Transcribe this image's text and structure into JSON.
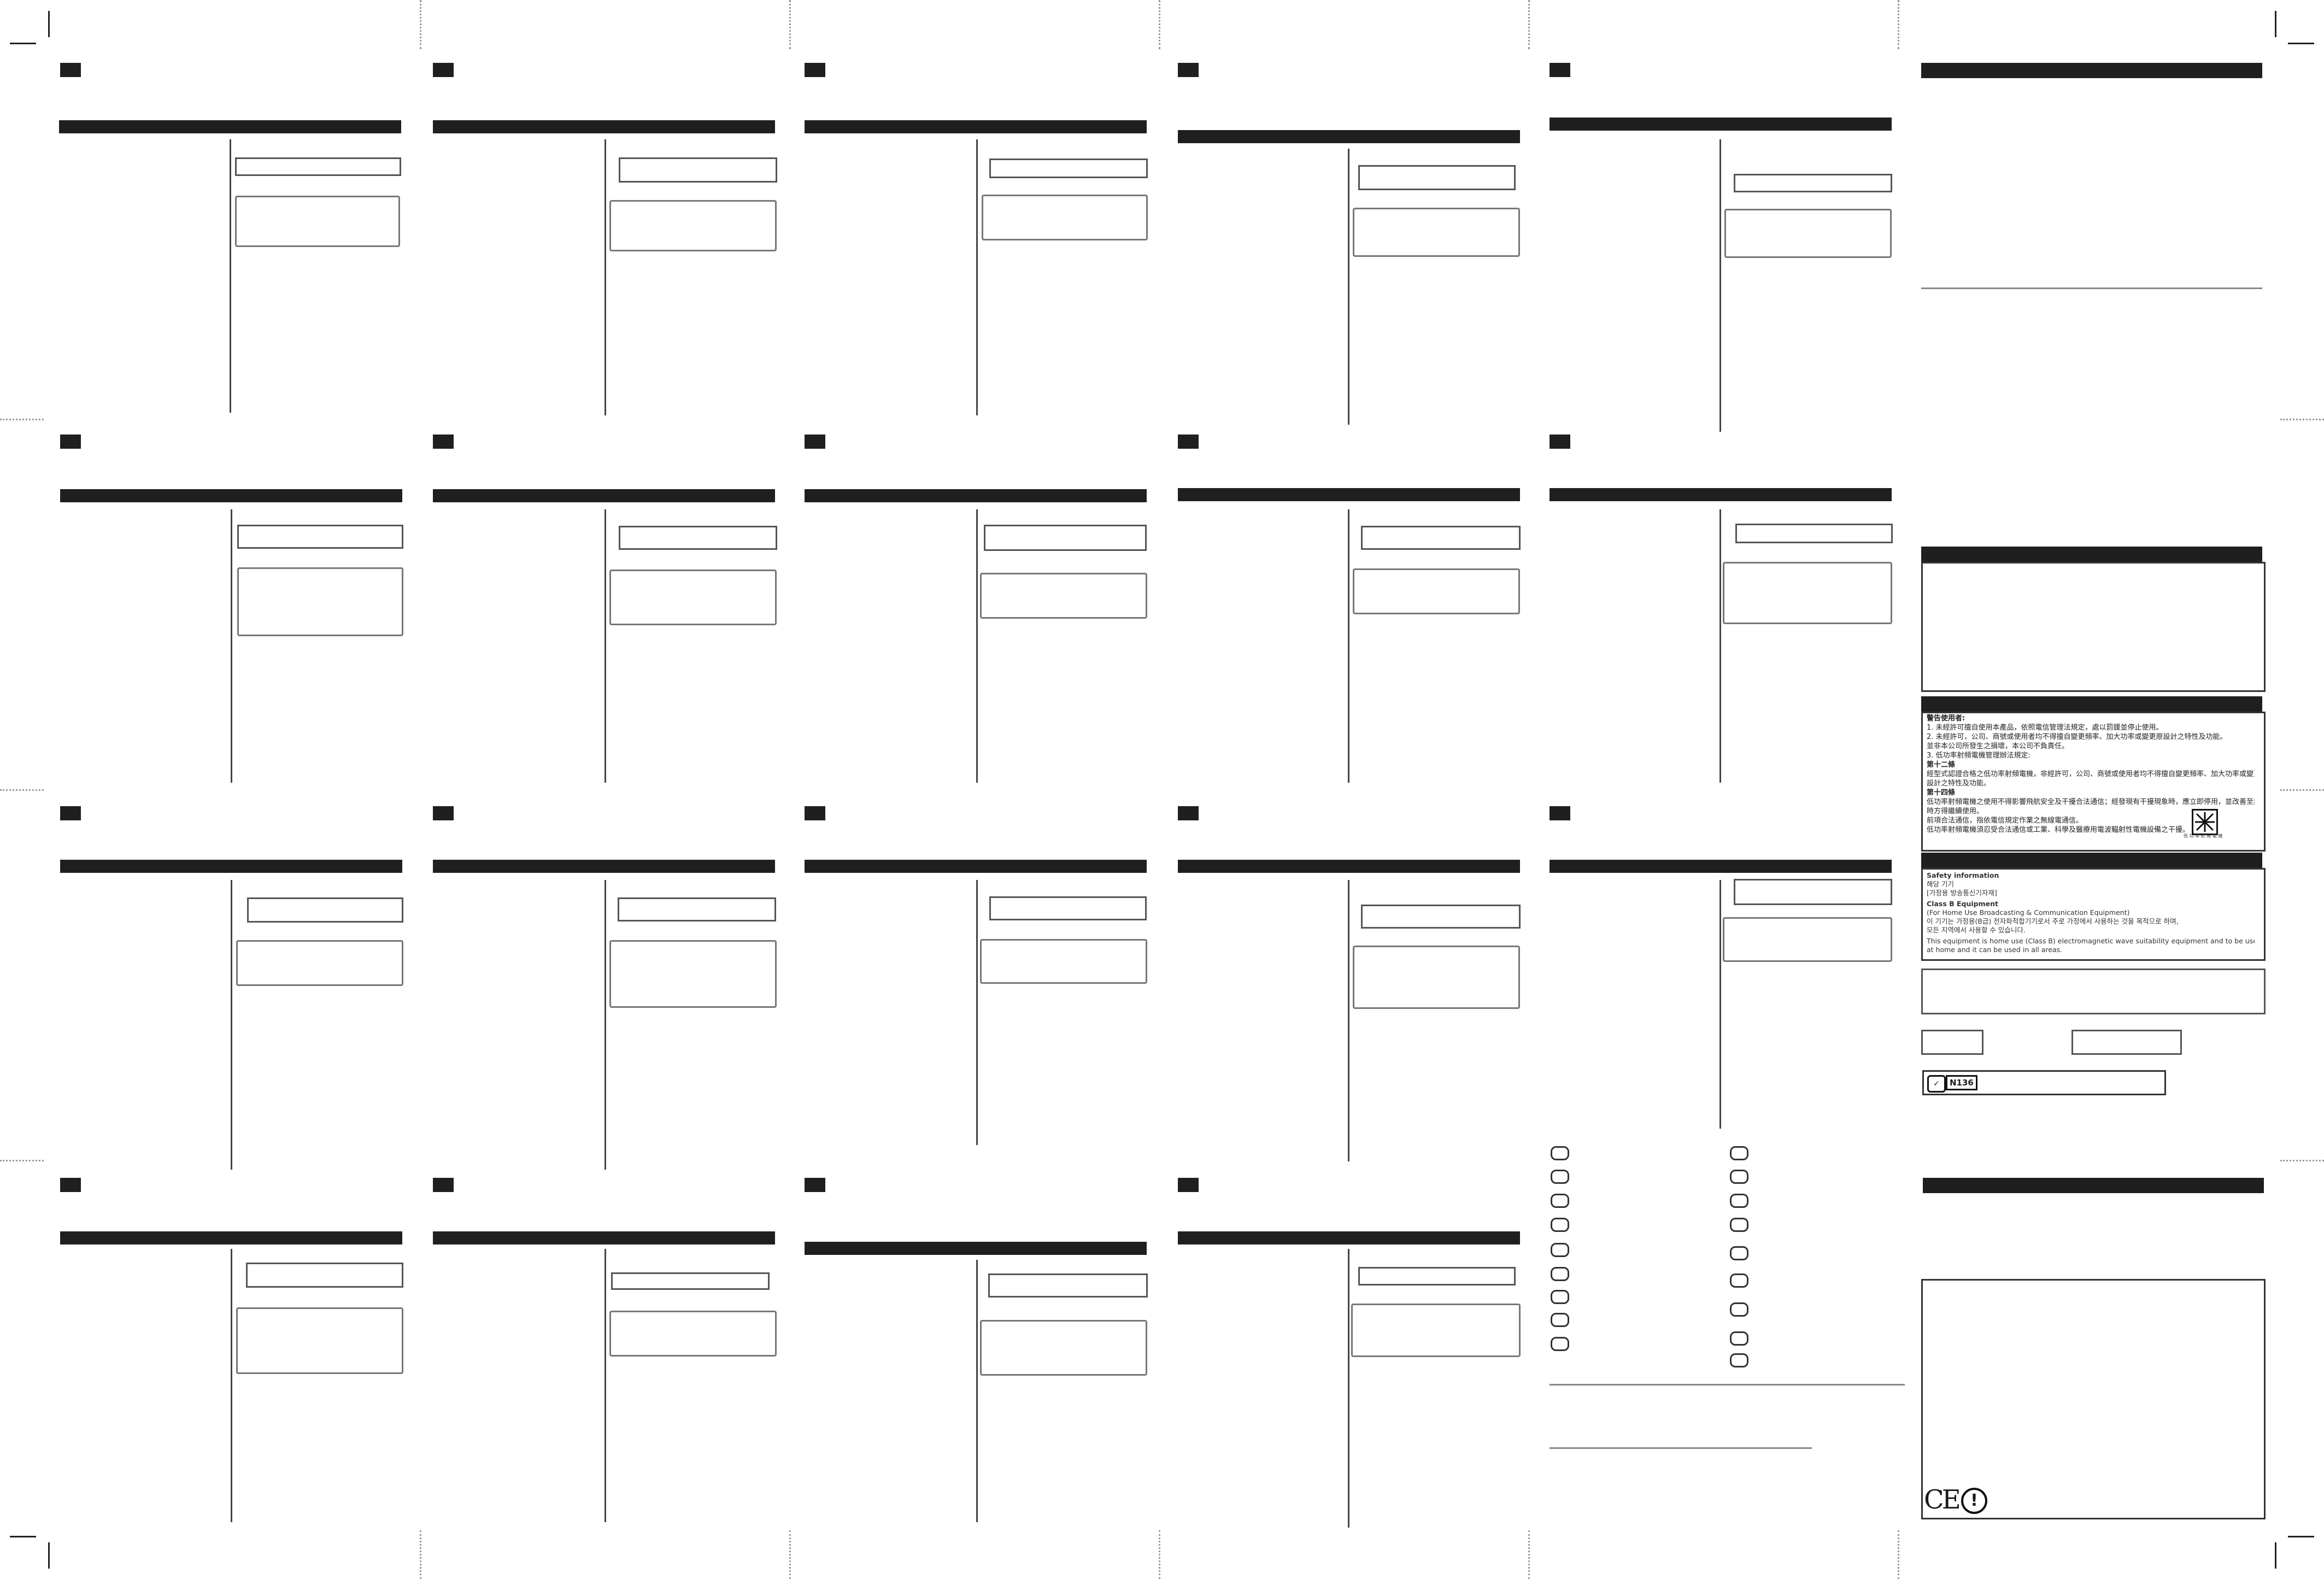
{
  "taiwan_ncc_notice": {
    "lines": [
      "警告使用者:",
      "1. 未經許可擅自使用本產品，依照電信管理法規定，處以罰鍰並停止使用。",
      "2. 未經許可，公司、商號或使用者均不得擅自變更頻率、加大功率或變更原設計之特性及功能。",
      "   並非本公司所發生之損壞，本公司不負責任。",
      "3. 低功率射頻電機管理辦法規定:",
      "第十二條",
      "經型式認證合格之低功率射頻電機，非經許可，公司、商號或使用者均不得擅自變更頻率、加大功率或變更原",
      "設計之特性及功能。",
      "第十四條",
      "低功率射頻電機之使用不得影響飛航安全及干擾合法通信；經發現有干擾現象時，應立即停用，並改善至無干擾",
      "時方得繼續使用。",
      "前項合法通信，指依電信規定作業之無線電通信。",
      "低功率射頻電機須忍受合法通信或工業、科學及醫療用電波輻射性電機設備之干擾。"
    ],
    "ncc_label": "低 功 率 射 頻 電 機"
  },
  "korea_safety": {
    "title": "Safety information",
    "kr_line1": "해당 기기",
    "kr_line2": "[가정용 방송통신기자재]",
    "class_title": "Class B Equipment",
    "class_sub": "(For Home Use Broadcasting & Communication Equipment)",
    "kr_desc1": "이 기기는 가정용(B급) 전자파적합기기로서 주로 가정에서 사용하는 것을 목적으로 하며,",
    "kr_desc2": "모든 지역에서 사용할 수 있습니다.",
    "en_desc1": "This equipment is home use (Class B) electromagnetic wave suitability equipment and to be used mainly",
    "en_desc2": "at home and it can be used in all areas."
  },
  "rcm": {
    "symbol": "✓",
    "code": "N136"
  },
  "ce_mark": {
    "text": "CE",
    "alert": "!"
  }
}
